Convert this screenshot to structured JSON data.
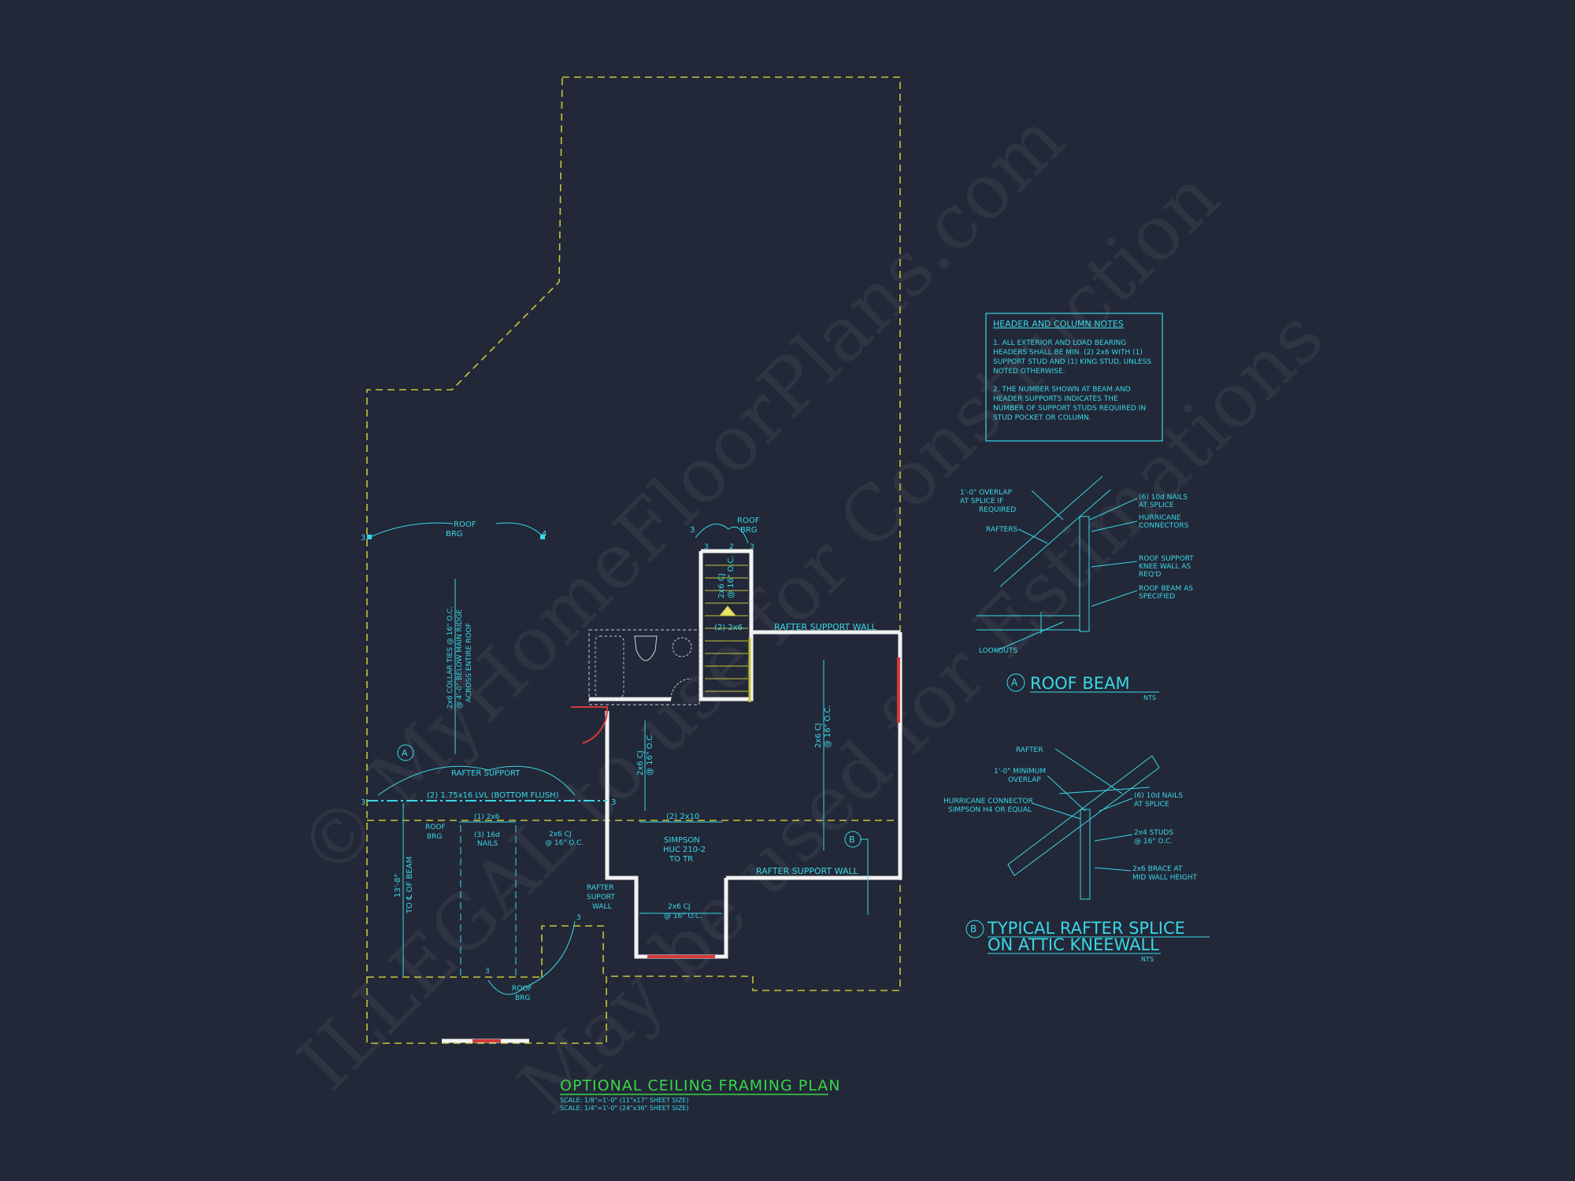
{
  "watermark": {
    "line1": "© MyHomeFloorPlans.com",
    "line2": "ILLEGAL to use for Construction",
    "line3": "May be used for Estimations"
  },
  "plan": {
    "title": "OPTIONAL CEILING FRAMING PLAN",
    "scale1": "SCALE: 1/8\"=1'-0\" (11\"x17\" SHEET SIZE)",
    "scale2": "SCALE: 1/4\"=1'-0\" (24\"x36\" SHEET SIZE)"
  },
  "labels": {
    "roof_brg": "ROOF",
    "brg": "BRG",
    "collar_ties_1": "2x6 COLLAR TIES @ 16\" O.C.",
    "collar_ties_2": "@ 4'-0\" BELOW MAIN RIDGE",
    "collar_ties_3": "ACROSS ENTIRE ROOF",
    "rafter_support": "RAFTER SUPPORT",
    "lvl": "(2) 1.75x16 LVL (BOTTOM FLUSH)",
    "one_2x6": "(1) 2x6",
    "three_16d": "(3) 16d",
    "nails": "NAILS",
    "cj_2x6": "2x6 CJ",
    "oc16": "@ 16\" O.C.",
    "dim_13_8": "13'-8\"",
    "to_beam": "TO ℄ OF BEAM",
    "two_2x10": "(2) 2x10",
    "simpson": "SIMPSON",
    "huc": "HUC 210-2",
    "to_tr": "TO TR",
    "rafter_support_wall": "RAFTER SUPPORT WALL",
    "rafter": "RAFTER",
    "suport": "SUPORT",
    "wall": "WALL",
    "two_2x6": "(2) 2x6",
    "cj_oc": "2x6 CJ",
    "n3": "3",
    "n4": "4",
    "n2": "2",
    "tag_a": "A",
    "tag_b": "B"
  },
  "notes": {
    "title": "HEADER AND COLUMN NOTES",
    "n1_l1": "1. ALL EXTERIOR AND LOAD BEARING",
    "n1_l2": "HEADERS SHALL BE MIN. (2) 2x6 WITH (1)",
    "n1_l3": "SUPPORT STUD AND (1) KING STUD, UNLESS",
    "n1_l4": "NOTED OTHERWISE.",
    "n2_l1": "2. THE NUMBER SHOWN AT BEAM AND",
    "n2_l2": "HEADER SUPPORTS INDICATES THE",
    "n2_l3": "NUMBER OF SUPPORT STUDS REQUIRED IN",
    "n2_l4": "STUD POCKET OR COLUMN."
  },
  "detail_a": {
    "tag": "A",
    "title": "ROOF BEAM",
    "nts": "NTS",
    "overlap_1": "1'-0\" OVERLAP",
    "overlap_2": "AT SPLICE IF",
    "overlap_3": "REQUIRED",
    "rafters": "RAFTERS",
    "lookouts": "LOOKOUTS",
    "nails_1": "(6) 10d NAILS",
    "nails_2": "AT SPLICE",
    "hurricane_1": "HURRICANE",
    "hurricane_2": "CONNECTORS",
    "knee_1": "ROOF SUPPORT",
    "knee_2": "KNEE WALL AS",
    "knee_3": "REQ'D",
    "beam_1": "ROOF BEAM AS",
    "beam_2": "SPECIFIED"
  },
  "detail_b": {
    "tag": "B",
    "title_1": "TYPICAL RAFTER SPLICE",
    "title_2": "ON ATTIC KNEEWALL",
    "nts": "NTS",
    "rafter": "RAFTER",
    "min_1": "1'-0\" MINIMUM",
    "min_2": "OVERLAP",
    "hc_1": "HURRICANE CONNECTOR",
    "hc_2": "SIMPSON H4 OR EQUAL",
    "nails_1": "(6) 10d NAILS",
    "nails_2": "AT SPLICE",
    "studs_1": "2x4 STUDS",
    "studs_2": "@ 16\" O.C.",
    "brace_1": "2x6 BRACE AT",
    "brace_2": "MID WALL HEIGHT"
  },
  "colors": {
    "background": "#222838",
    "annotation": "#3ad7e6",
    "roofline": "#c8c43a",
    "title": "#39d645",
    "wall": "#f2f2f2",
    "door": "#d63a3a"
  }
}
